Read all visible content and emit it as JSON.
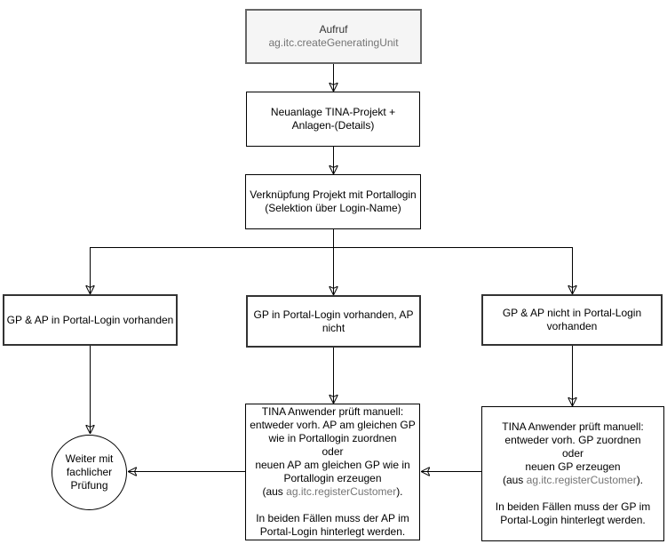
{
  "diagram": {
    "colors": {
      "line": "#000000",
      "box_border": "#000000",
      "case_border": "#333333",
      "start_fill": "#f5f5f5",
      "start_border": "#666666",
      "start_text": "#333333",
      "method_text": "#757575"
    },
    "nodes": {
      "start": {
        "title": "Aufruf",
        "method": "ag.itc.createGeneratingUnit"
      },
      "create_project": {
        "lines": [
          "Neuanlage TINA-Projekt +",
          "Anlagen-(Details)"
        ]
      },
      "link_login": {
        "lines": [
          "Verknüpfung Projekt mit Portallogin",
          "(Selektion über Login-Name)"
        ]
      },
      "case_both": {
        "lines": [
          "GP & AP in Portal-Login vorhanden"
        ]
      },
      "case_gp_only": {
        "lines": [
          "GP in Portal-Login vorhanden, AP",
          "nicht"
        ]
      },
      "case_none": {
        "lines": [
          "GP & AP nicht in Portal-Login",
          "vorhanden"
        ]
      },
      "action_ap": {
        "lines": [
          "TINA Anwender prüft manuell:",
          "entweder vorh. AP am gleichen GP",
          "wie in Portallogin zuordnen",
          "oder",
          "neuen AP am gleichen GP wie in",
          "Portallogin erzeugen"
        ],
        "aus_prefix": "(aus ",
        "method": "ag.itc.registerCustomer",
        "aus_suffix": ").",
        "note_lines": [
          "In beiden Fällen muss der AP im",
          "Portal-Login hinterlegt werden."
        ]
      },
      "action_gp": {
        "lines": [
          "TINA Anwender prüft manuell:",
          "entweder vorh. GP zuordnen",
          "oder",
          "neuen GP erzeugen"
        ],
        "aus_prefix": "(aus ",
        "method": "ag.itc.registerCustomer",
        "aus_suffix": ").",
        "note_lines": [
          "In beiden Fällen muss der GP im",
          "Portal-Login hinterlegt werden."
        ]
      },
      "end": {
        "lines": [
          "Weiter mit",
          "fachlicher",
          "Prüfung"
        ]
      }
    }
  }
}
